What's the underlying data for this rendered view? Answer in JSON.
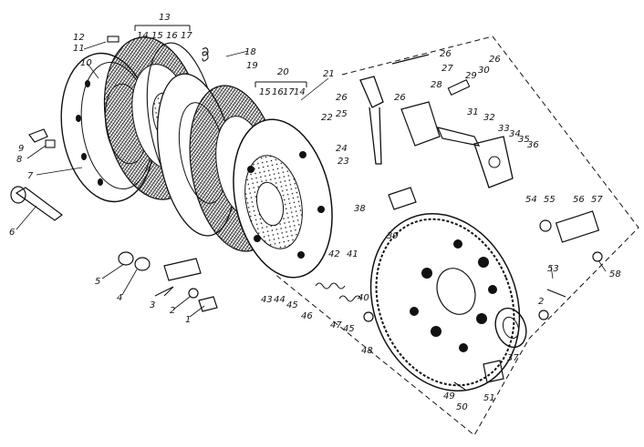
{
  "diagram": {
    "labels": [
      {
        "id": "l1",
        "text": "1"
      },
      {
        "id": "l2",
        "text": "2"
      },
      {
        "id": "l2b",
        "text": "2"
      },
      {
        "id": "l3",
        "text": "3"
      },
      {
        "id": "l4",
        "text": "4"
      },
      {
        "id": "l5",
        "text": "5"
      },
      {
        "id": "l6",
        "text": "6"
      },
      {
        "id": "l7",
        "text": "7"
      },
      {
        "id": "l8",
        "text": "8"
      },
      {
        "id": "l9",
        "text": "9"
      },
      {
        "id": "l10",
        "text": "10"
      },
      {
        "id": "l11",
        "text": "11"
      },
      {
        "id": "l12",
        "text": "12"
      },
      {
        "id": "l13",
        "text": "13"
      },
      {
        "id": "l14",
        "text": "14"
      },
      {
        "id": "l15",
        "text": "15"
      },
      {
        "id": "l16",
        "text": "16"
      },
      {
        "id": "l17",
        "text": "17"
      },
      {
        "id": "l18",
        "text": "18"
      },
      {
        "id": "l19",
        "text": "19"
      },
      {
        "id": "l20",
        "text": "20"
      },
      {
        "id": "l15b",
        "text": "15"
      },
      {
        "id": "l16b",
        "text": "16"
      },
      {
        "id": "l17b",
        "text": "17"
      },
      {
        "id": "l14b",
        "text": "14"
      },
      {
        "id": "l21",
        "text": "21"
      },
      {
        "id": "l22",
        "text": "22"
      },
      {
        "id": "l23",
        "text": "23"
      },
      {
        "id": "l24",
        "text": "24"
      },
      {
        "id": "l25",
        "text": "25"
      },
      {
        "id": "l26a",
        "text": "26"
      },
      {
        "id": "l26b",
        "text": "26"
      },
      {
        "id": "l26c",
        "text": "26"
      },
      {
        "id": "l26d",
        "text": "26"
      },
      {
        "id": "l27",
        "text": "27"
      },
      {
        "id": "l28",
        "text": "28"
      },
      {
        "id": "l29",
        "text": "29"
      },
      {
        "id": "l30",
        "text": "30"
      },
      {
        "id": "l31",
        "text": "31"
      },
      {
        "id": "l32",
        "text": "32"
      },
      {
        "id": "l33",
        "text": "33"
      },
      {
        "id": "l34",
        "text": "34"
      },
      {
        "id": "l35",
        "text": "35"
      },
      {
        "id": "l36",
        "text": "36"
      },
      {
        "id": "l37",
        "text": "37"
      },
      {
        "id": "l38",
        "text": "38"
      },
      {
        "id": "l39",
        "text": "39"
      },
      {
        "id": "l40",
        "text": "40"
      },
      {
        "id": "l41",
        "text": "41"
      },
      {
        "id": "l42",
        "text": "42"
      },
      {
        "id": "l43",
        "text": "43"
      },
      {
        "id": "l44",
        "text": "44"
      },
      {
        "id": "l45a",
        "text": "45"
      },
      {
        "id": "l45b",
        "text": "45"
      },
      {
        "id": "l46",
        "text": "46"
      },
      {
        "id": "l47",
        "text": "47"
      },
      {
        "id": "l48",
        "text": "48"
      },
      {
        "id": "l49",
        "text": "49"
      },
      {
        "id": "l50",
        "text": "50"
      },
      {
        "id": "l51",
        "text": "51"
      },
      {
        "id": "l53",
        "text": "53"
      },
      {
        "id": "l54",
        "text": "54"
      },
      {
        "id": "l55",
        "text": "55"
      },
      {
        "id": "l56",
        "text": "56"
      },
      {
        "id": "l57",
        "text": "57"
      },
      {
        "id": "l58",
        "text": "58"
      }
    ]
  }
}
